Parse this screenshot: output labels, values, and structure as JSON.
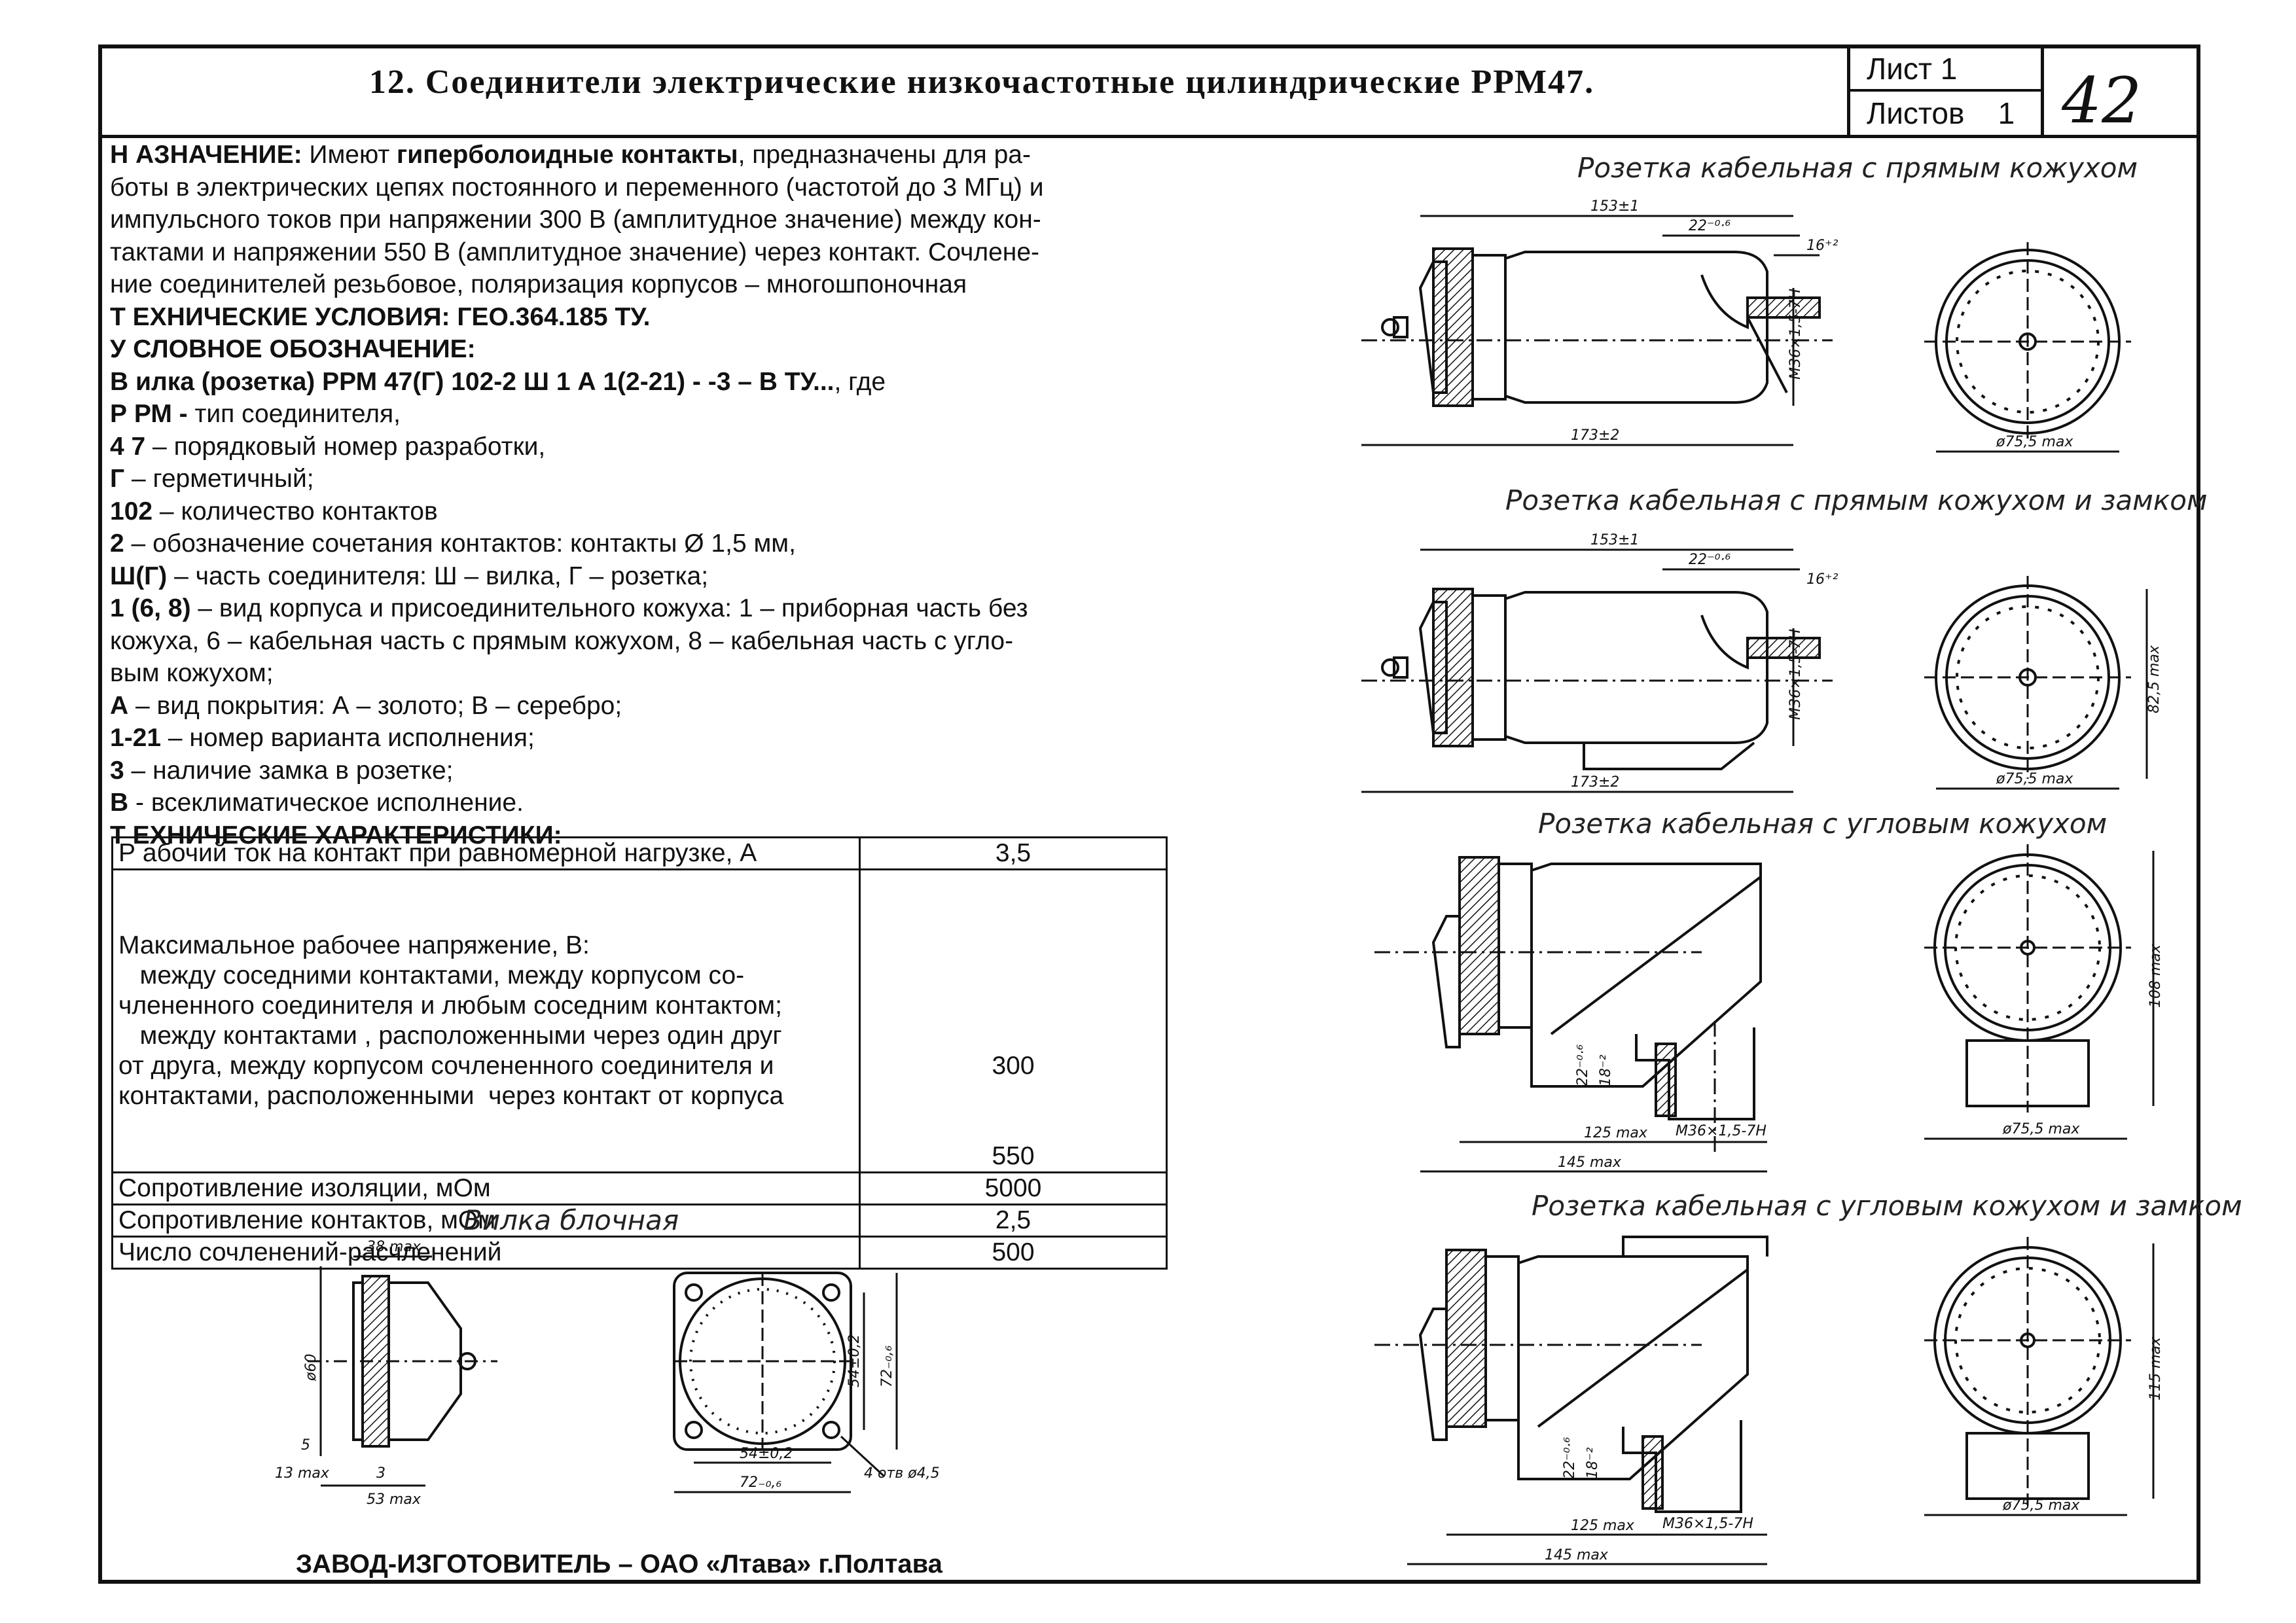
{
  "header": {
    "title": "12. Соединители электрические низкочастотные цилиндрические РРМ47.",
    "sheet_label": "Лист 1",
    "sheets_label": "Листов",
    "sheets_count": "1",
    "page_number": "42"
  },
  "description": [
    {
      "lead": "Н АЗНАЧЕНИЕ:",
      "text": " Имеют ",
      "bold2": "гиперболоидные контакты",
      "text2": ", предназначены для ра-"
    },
    {
      "text": "бoты в электрических цепях постоянного и переменного (частотой до 3 МГц) и"
    },
    {
      "text": "импульсного токов при напряжении 300 В (амплитудное значение) между кон-"
    },
    {
      "text": "тактами и напряжении 550 В (амплитудное значение) через контакт. Сочлене-"
    },
    {
      "text": "ние соединителей резьбовое, поляризация корпусов – многошпоночная"
    },
    {
      "lead": "Т ЕХНИЧЕСКИЕ УСЛОВИЯ: ГЕО.364.185 ТУ."
    },
    {
      "lead": "У СЛОВНОЕ ОБОЗНАЧЕНИЕ:"
    },
    {
      "lead": "В илка (розетка) РРМ 47(Г) 102-2 Ш 1 А 1(2-21) - -3 – В  ТУ...",
      "text": ", где"
    },
    {
      "lead": "Р РМ -",
      "text": "  тип соединителя,"
    },
    {
      "lead": "4 7",
      "text": " – порядковый номер разработки,"
    },
    {
      "lead": "Г",
      "text": "  – герметичный;"
    },
    {
      "lead": "102",
      "text": " – количество контактов"
    },
    {
      "lead": "2",
      "text": "  – обозначение сочетания контактов: контакты Ø 1,5 мм,"
    },
    {
      "lead": "Ш(Г)",
      "text": " – часть соединителя: Ш – вилка, Г – розетка;"
    },
    {
      "lead": "1 (6, 8)",
      "text": " – вид корпуса и присоединительного кожуха: 1 – приборная часть без"
    },
    {
      "text": "кожуха, 6 – кабельная часть с прямым кожухом,  8 – кабельная часть с угло-"
    },
    {
      "text": "вым кожухом;"
    },
    {
      "lead": "А",
      "text": " – вид покрытия: А – золото; В – серебро;"
    },
    {
      "lead": "1-21",
      "text": " – номер варианта исполнения;"
    },
    {
      "lead": "3",
      "text": " – наличие замка в розетке;"
    },
    {
      "lead": "В",
      "text": " - всеклиматическое исполнение."
    },
    {
      "lead": "Т ЕХНИЧЕСКИЕ ХАРАКТЕРИСТИКИ:"
    }
  ],
  "spec_table": [
    {
      "param": "Р абочий ток на контакт при равномерной нагрузке, А",
      "value": "3,5"
    },
    {
      "param": "Максимальное рабочее напряжение, В:",
      "value": ""
    },
    {
      "param": "   между соседними контактами, между корпусом со-",
      "value": ""
    },
    {
      "param": "члененного соединителя и любым соседним контактом;",
      "value": "300"
    },
    {
      "param": "   между контактами , расположенными через один друг",
      "value": ""
    },
    {
      "param": "от друга, между корпусом сочлененного соединителя и",
      "value": ""
    },
    {
      "param": "контактами, расположенными  через контакт от корпуса",
      "value": "550"
    },
    {
      "param": "Сопротивление изоляции, мОм",
      "value": "5000"
    },
    {
      "param": "Сопротивление контактов, мОм",
      "value": "2,5"
    },
    {
      "param": "Число сочленений-расчленений",
      "value": "500"
    }
  ],
  "drawings": {
    "captions": {
      "straight": "Розетка кабельная с прямым кожухом",
      "straight_lock": "Розетка кабельная с прямым кожухом и замком",
      "angled": "Розетка кабельная с угловым кожухом",
      "angled_lock": "Розетка кабельная с угловым кожухом и замком",
      "block_plug": "Вилка блочная"
    },
    "dims": {
      "d153": "153±1",
      "d22": "22⁻⁰·⁶",
      "d16": "16⁺²",
      "d173": "173±2",
      "thread": "М36×1,5-7Н",
      "d75": "ø75,5 max",
      "d82": "82,5 max",
      "d125": "125 max",
      "d145": "145 max",
      "d108": "108 max",
      "d115": "115 max",
      "d18": "18⁻²",
      "d38": "38 max",
      "d60": "ø60",
      "d5": "5",
      "d13": "13 max",
      "d3": "3",
      "d53": "53 max",
      "d54v": "54±0,2",
      "d72v": "72₋₀,₆",
      "d54h": "54±0,2",
      "d72h": "72₋₀,₆",
      "holes": "4 отв ø4,5"
    }
  },
  "footer": {
    "manufacturer": "ЗАВОД-ИЗГОТОВИТЕЛЬ – ОАО «Лтава» г.Полтава"
  }
}
